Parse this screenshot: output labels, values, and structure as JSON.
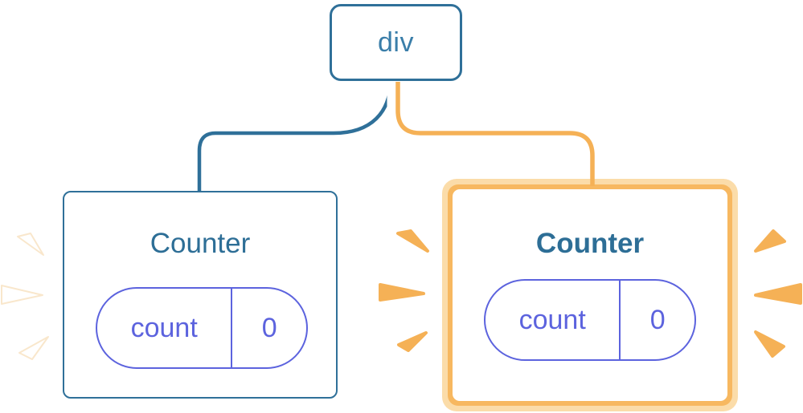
{
  "diagram": {
    "root_node": {
      "label": "div"
    },
    "counters": {
      "left": {
        "title": "Counter",
        "state_key": "count",
        "state_value": "0"
      },
      "right": {
        "title": "Counter",
        "state_key": "count",
        "state_value": "0"
      }
    }
  },
  "colors": {
    "blue_line": "#2F7099",
    "blue_text": "#2D6E96",
    "node_text_blue": "#3A7EA9",
    "purple": "#5C63DE",
    "orange": "#F5B156",
    "orange_ring": "#F7B860",
    "orange_light": "#FBDCA9",
    "white": "#FFFFFF",
    "white_spark_fringe": "rgba(242,201,143,0.45)"
  }
}
